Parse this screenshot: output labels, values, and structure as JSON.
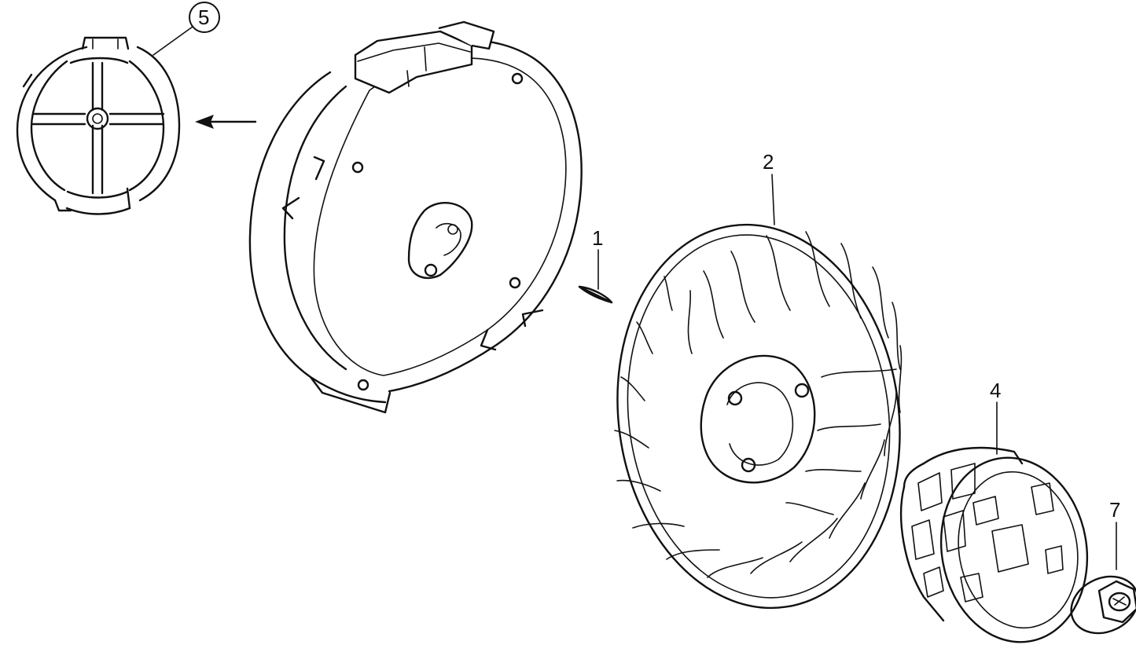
{
  "callouts": {
    "part_1": "1",
    "part_2": "2",
    "part_4": "4",
    "part_5": "5",
    "part_7": "7"
  },
  "colors": {
    "ink": "#111111",
    "paper": "#ffffff"
  }
}
